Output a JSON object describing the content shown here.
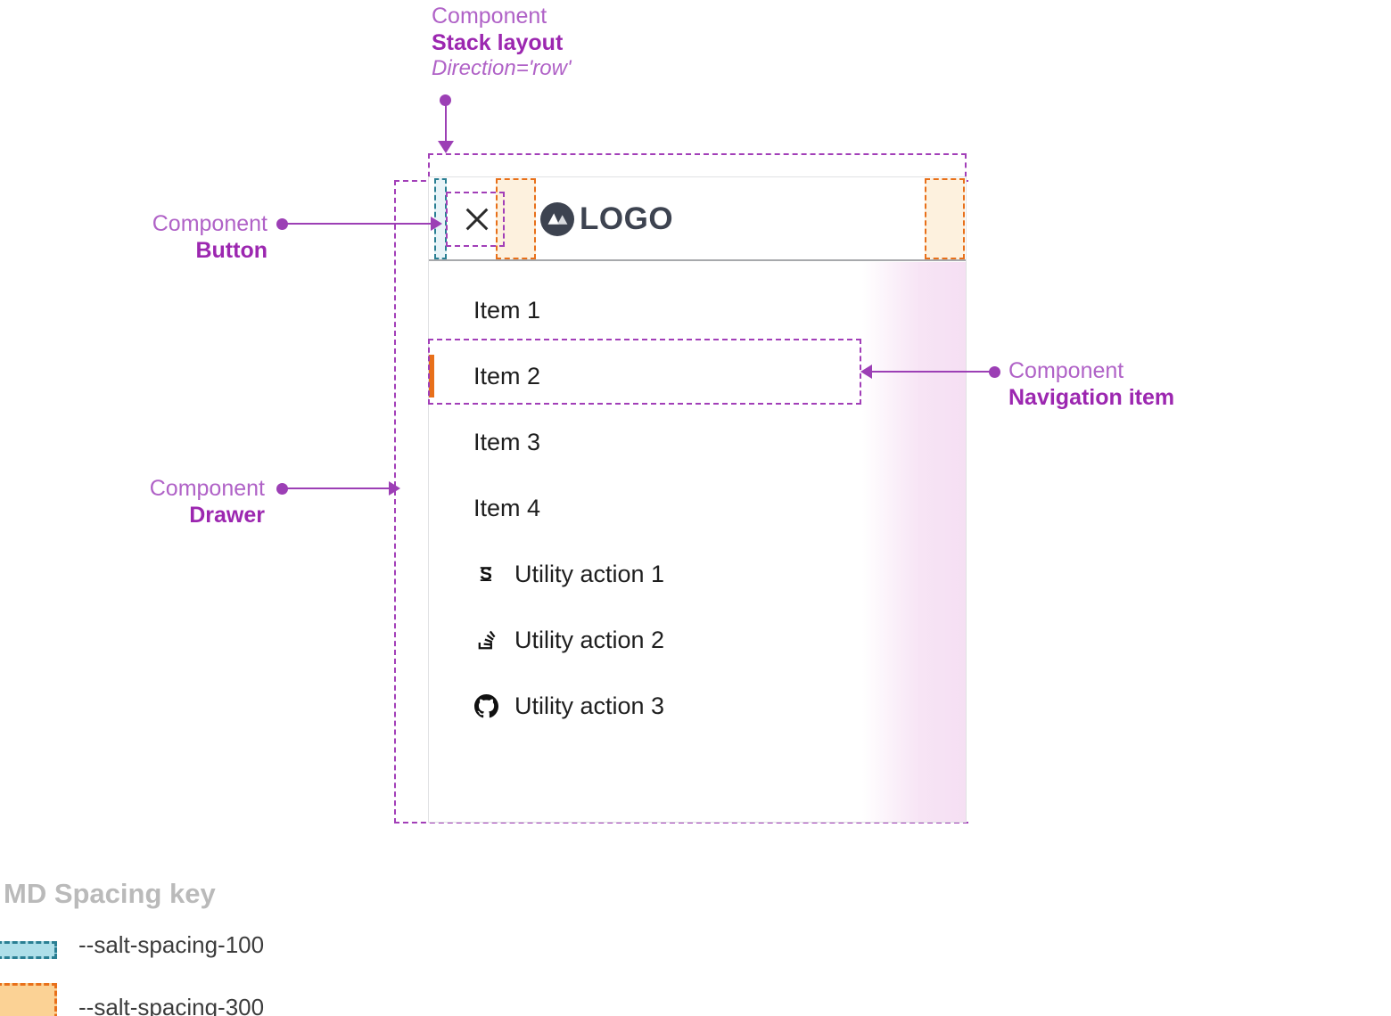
{
  "annotations": {
    "stack_layout": {
      "kind": "Component",
      "name": "Stack layout",
      "prop": "Direction='row'"
    },
    "button": {
      "kind": "Component",
      "name": "Button"
    },
    "drawer": {
      "kind": "Component",
      "name": "Drawer"
    },
    "navigation_item": {
      "kind": "Component",
      "name": "Navigation item"
    }
  },
  "drawer": {
    "header": {
      "close_label": "×",
      "close_icon": "close-icon",
      "logo_text": "LOGO",
      "logo_icon": "mountain-logo-icon"
    },
    "nav_items": [
      {
        "label": "Item 1",
        "active": false
      },
      {
        "label": "Item 2",
        "active": true
      },
      {
        "label": "Item 3",
        "active": false
      },
      {
        "label": "Item 4",
        "active": false
      }
    ],
    "utility_actions": [
      {
        "label": "Utility action 1",
        "icon": "salt-s-icon"
      },
      {
        "label": "Utility action 2",
        "icon": "stack-overflow-icon"
      },
      {
        "label": "Utility action 3",
        "icon": "github-icon"
      }
    ]
  },
  "legend": {
    "title": "MD Spacing key",
    "items": [
      {
        "token": "--salt-spacing-100",
        "color": "#aedfe9",
        "border": "#2a7f93"
      },
      {
        "token": "--salt-spacing-300",
        "color": "#fbd295",
        "border": "#e8701a"
      }
    ]
  },
  "colors": {
    "annotation_light": "#b062c7",
    "annotation_bold": "#9c27b0",
    "leader": "#9c3fb5",
    "active_indicator": "#e8701a",
    "spacing_100_fill": "#e8f4f8",
    "spacing_100_stroke": "#2a7f93",
    "spacing_300_fill": "#fdf1de",
    "spacing_300_stroke": "#e8701a",
    "logo_mark": "#3d4350",
    "highlight_pink": "#f5dff3"
  }
}
